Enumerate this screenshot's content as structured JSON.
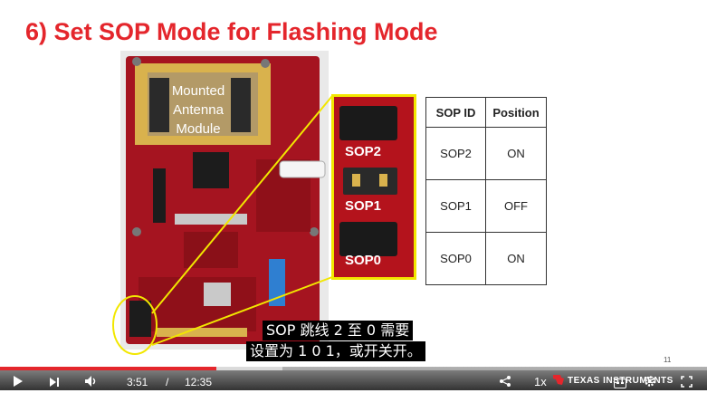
{
  "slide": {
    "title": "6) Set SOP Mode for Flashing Mode",
    "antenna_label": "Mounted\nAntenna\nModule",
    "slide_number": "11",
    "zoom_labels": [
      "SOP2",
      "SOP1",
      "SOP0"
    ],
    "table": {
      "headers": [
        "SOP ID",
        "Position"
      ],
      "rows": [
        {
          "id": "SOP2",
          "position": "ON"
        },
        {
          "id": "SOP1",
          "position": "OFF"
        },
        {
          "id": "SOP0",
          "position": "ON"
        }
      ]
    },
    "colors": {
      "title": "#e4262c",
      "board": "#b4131c",
      "highlight": "#f2e700"
    }
  },
  "subtitles": {
    "line1": "SOP 跳线 2 至 0 需要",
    "line2": "设置为 1 0 1，或开关开。"
  },
  "player": {
    "current_time": "3:51",
    "separator": "/",
    "duration": "12:35",
    "speed": "1x",
    "played_fraction": 0.306,
    "buffered_fraction": 0.4,
    "brand": "Texas Instruments",
    "icons": [
      "play-icon",
      "next-icon",
      "volume-icon",
      "share-icon",
      "captions-icon",
      "settings-icon",
      "fullscreen-icon"
    ]
  }
}
